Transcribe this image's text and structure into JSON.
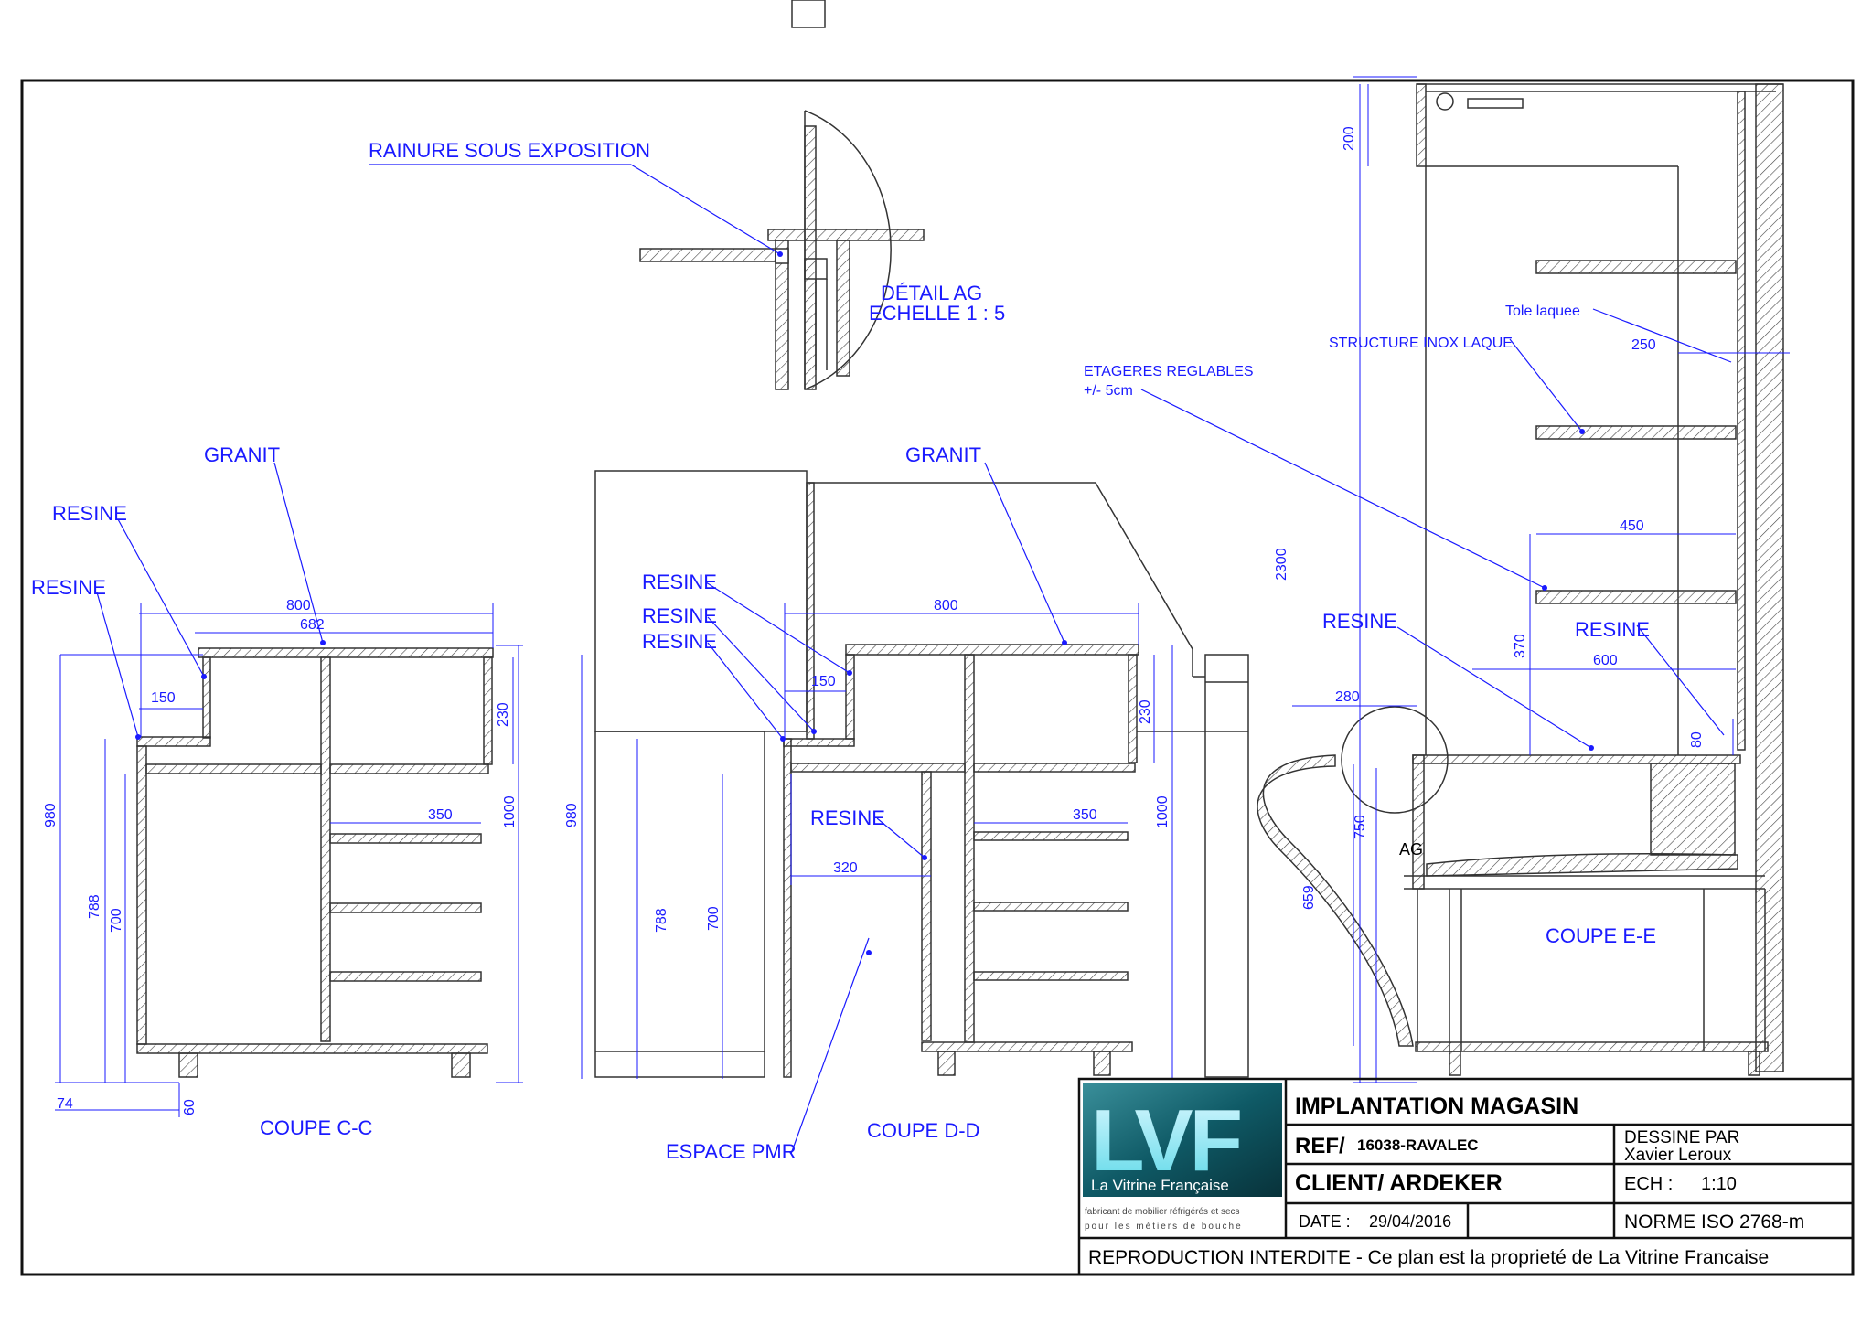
{
  "labels": {
    "rainure": "RAINURE SOUS EXPOSITION",
    "detail_title": "DÉTAIL AG",
    "detail_scale": "ECHELLE 1 : 5",
    "granit_left": "GRANIT",
    "resine_left_1": "RESINE",
    "resine_left_2": "RESINE",
    "granit_mid": "GRANIT",
    "resine_mid_1": "RESINE",
    "resine_mid_2": "RESINE",
    "resine_mid_3": "RESINE",
    "resine_mid_4": "RESINE",
    "espace_pmr": "ESPACE PMR",
    "coupe_cc": "COUPE C-C",
    "coupe_dd": "COUPE D-D",
    "coupe_ee": "COUPE E-E",
    "etageres_1": "ETAGERES REGLABLES",
    "etageres_2": "+/- 5cm",
    "structure": "STRUCTURE INOX LAQUE",
    "tole": "Tole laquee",
    "resine_right_1": "RESINE",
    "resine_right_2": "RESINE",
    "ag": "AG"
  },
  "dimensions": {
    "cc_800": "800",
    "cc_682": "682",
    "cc_150": "150",
    "cc_230": "230",
    "cc_350": "350",
    "cc_980": "980",
    "cc_788": "788",
    "cc_700": "700",
    "cc_1000": "1000",
    "cc_74": "74",
    "cc_60": "60",
    "dd_800": "800",
    "dd_150": "150",
    "dd_230": "230",
    "dd_350": "350",
    "dd_320": "320",
    "dd_980": "980",
    "dd_788": "788",
    "dd_700": "700",
    "dd_1000": "1000",
    "ee_200": "200",
    "ee_2300": "2300",
    "ee_250": "250",
    "ee_450": "450",
    "ee_370": "370",
    "ee_600": "600",
    "ee_280": "280",
    "ee_80": "80",
    "ee_750": "750",
    "ee_659": "659"
  },
  "title_block": {
    "logo_letters": "LVF",
    "logo_name": "La Vitrine Française",
    "logo_tag_1": "fabricant de mobilier réfrigérés et secs",
    "logo_tag_2": "pour les métiers de bouche",
    "title": "IMPLANTATION MAGASIN",
    "ref_label": "REF/",
    "ref_value": "16038-RAVALEC",
    "client": "CLIENT/ ARDEKER",
    "drawn_by_label": "DESSINE PAR",
    "drawn_by": "Xavier Leroux",
    "scale_label": "ECH :",
    "scale_value": "1:10",
    "date_label": "DATE :",
    "date_value": "29/04/2016",
    "norme": "NORME ISO 2768-m",
    "footer": "REPRODUCTION INTERDITE  -  Ce plan est la proprieté de La Vitrine Francaise"
  },
  "colors": {
    "annotation": "#1a1aff",
    "line": "#333333",
    "logo_bg": "#0f5a66"
  }
}
